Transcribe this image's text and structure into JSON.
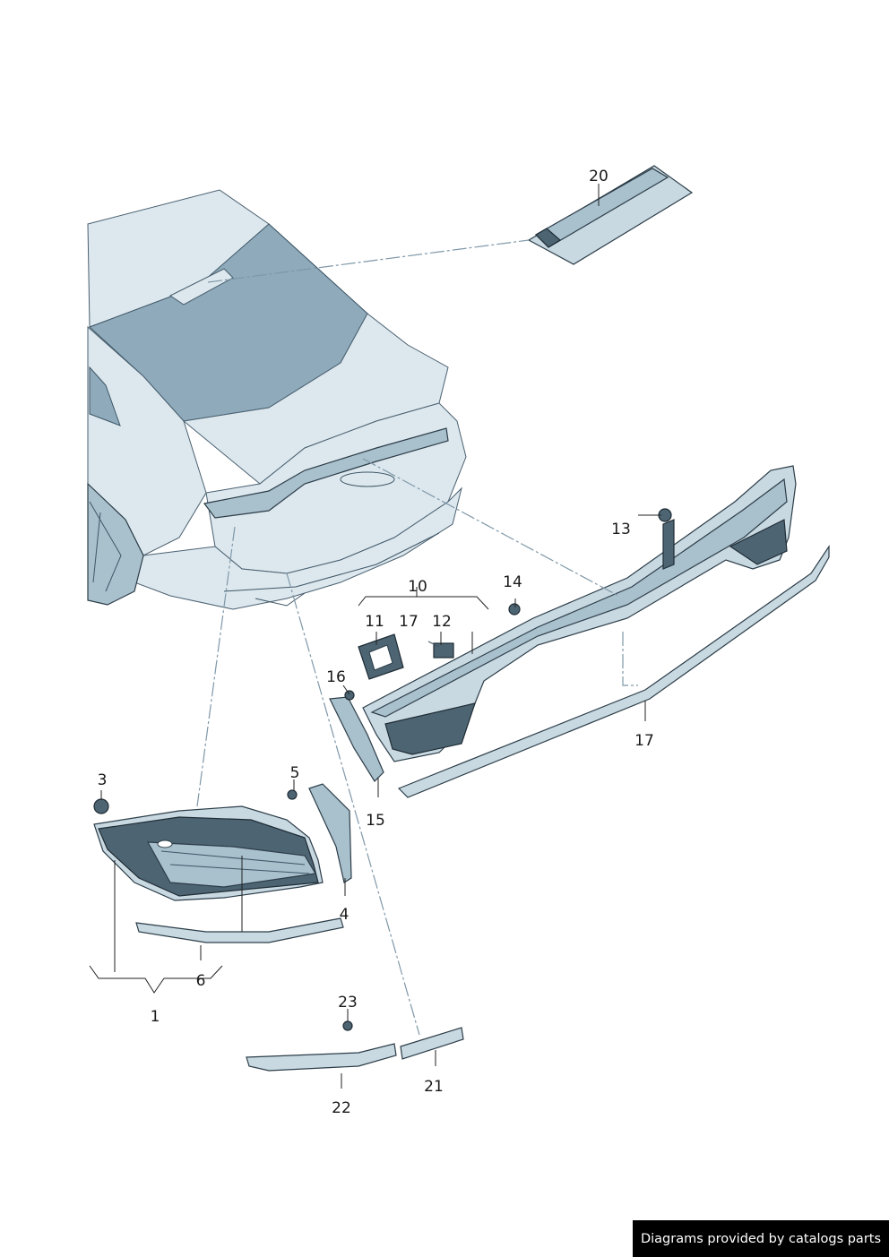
{
  "callouts": [
    {
      "id": "1",
      "text": "1"
    },
    {
      "id": "3",
      "text": "3"
    },
    {
      "id": "4",
      "text": "4"
    },
    {
      "id": "5",
      "text": "5"
    },
    {
      "id": "6",
      "text": "6"
    },
    {
      "id": "10",
      "text": "10"
    },
    {
      "id": "11",
      "text": "11"
    },
    {
      "id": "12",
      "text": "12"
    },
    {
      "id": "13",
      "text": "13"
    },
    {
      "id": "14",
      "text": "14"
    },
    {
      "id": "15",
      "text": "15"
    },
    {
      "id": "16",
      "text": "16"
    },
    {
      "id": "17a",
      "text": "17"
    },
    {
      "id": "17b",
      "text": "17"
    },
    {
      "id": "20",
      "text": "20"
    },
    {
      "id": "21",
      "text": "21"
    },
    {
      "id": "22",
      "text": "22"
    },
    {
      "id": "23",
      "text": "23"
    }
  ],
  "footer": {
    "credit": "Diagrams provided by catalogs parts"
  },
  "colors": {
    "body": "#dde8ee",
    "glass": "#8eaabb",
    "outline": "#2c3d48",
    "leader_dash": "#7f98a8"
  }
}
